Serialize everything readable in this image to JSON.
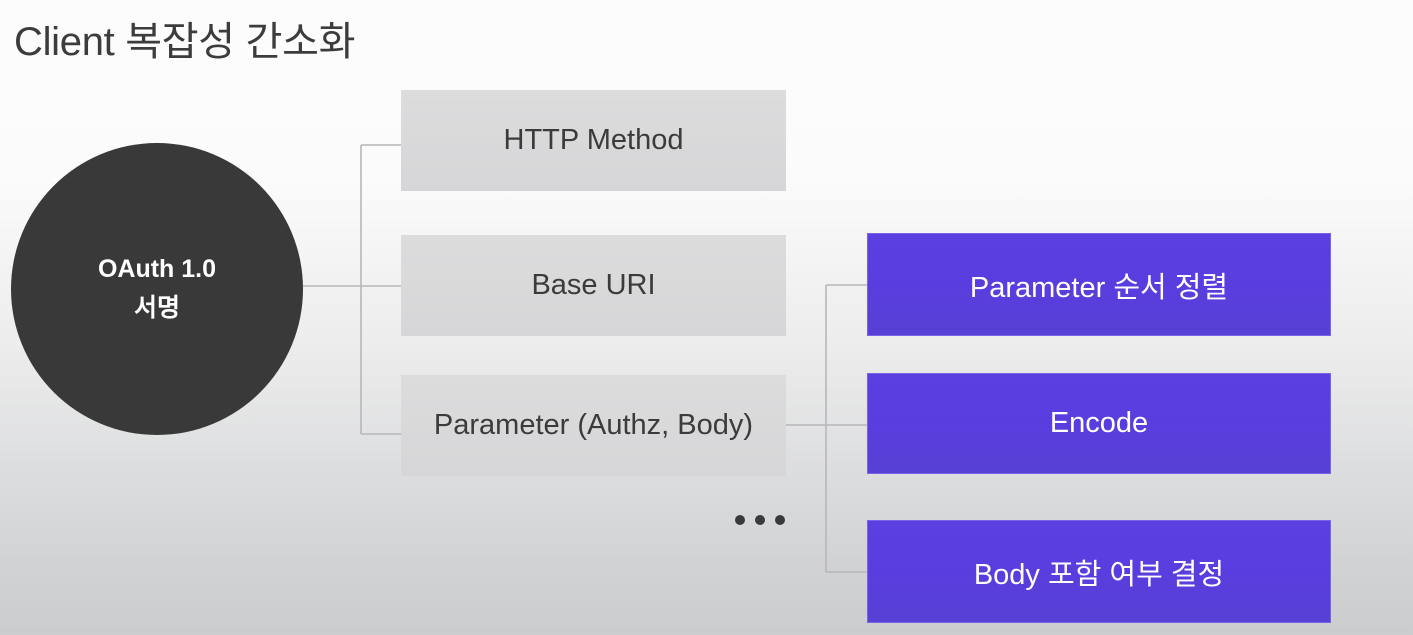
{
  "slide": {
    "title": "Client 복잡성 간소화",
    "background_top_color": "#fcfcfd",
    "background_bottom_color": "#cbccce"
  },
  "root_node": {
    "line1": "OAuth 1.0",
    "line2": "서명",
    "fill_color": "#393939",
    "text_color": "#ffffff"
  },
  "level1": {
    "fill_color": "#d9d9da",
    "text_color": "#3b3b3b",
    "items": [
      {
        "label": "HTTP Method"
      },
      {
        "label": "Base URI"
      },
      {
        "label": "Parameter (Authz, Body)"
      }
    ]
  },
  "level2": {
    "fill_color": "#5a3ddf",
    "text_color": "#ffffff",
    "items": [
      {
        "label": "Parameter 순서 정렬"
      },
      {
        "label": "Encode"
      },
      {
        "label": "Body 포함 여부 결정"
      }
    ]
  },
  "ellipsis": {
    "label": "...",
    "dot_color": "#3a3a3a"
  },
  "connectors": {
    "line_color": "#b7b7b9"
  }
}
